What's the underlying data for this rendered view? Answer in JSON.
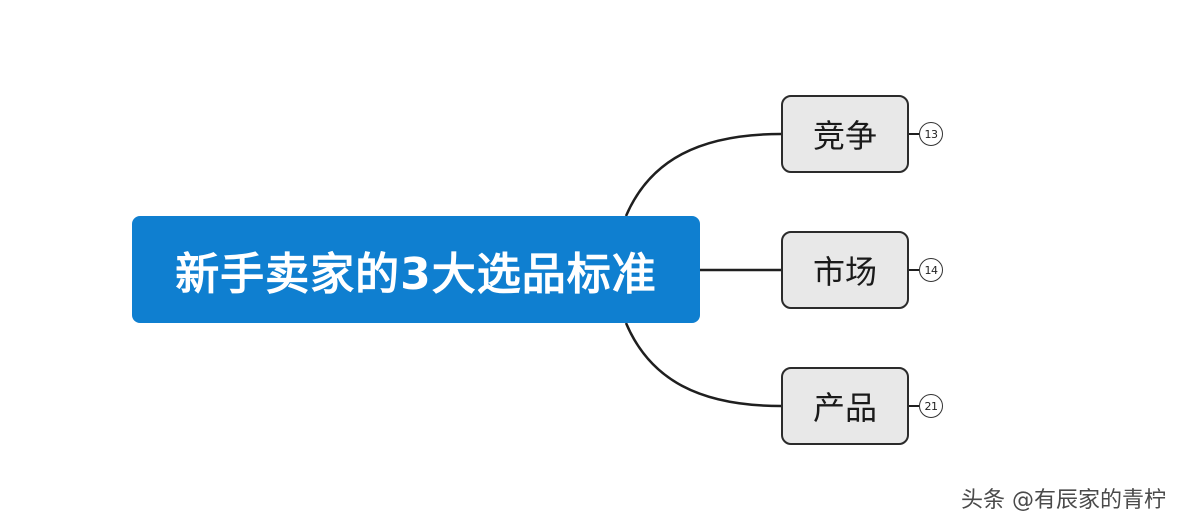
{
  "central_topic": "新手卖家的3大选品标准",
  "subtopics": [
    {
      "label": "竞争",
      "count": "13"
    },
    {
      "label": "市场",
      "count": "14"
    },
    {
      "label": "产品",
      "count": "21"
    }
  ],
  "watermark": "头条 @有辰家的青柠",
  "colors": {
    "central_fill": "#0f7fd0",
    "central_text": "#ffffff",
    "subtopic_fill": "#e8e8e8",
    "subtopic_border": "#2b2b2b",
    "connector": "#1f1f1f"
  }
}
